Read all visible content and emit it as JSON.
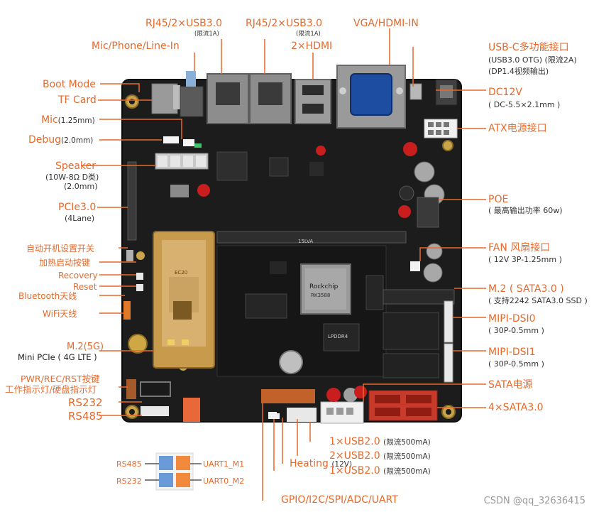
{
  "colors": {
    "accent": "#e8692a",
    "board": "#1c1c1c",
    "text": "#333333"
  },
  "watermark": "CSDN @qq_32636415",
  "chip_texts": {
    "rockchip": "Rockchip",
    "soc_model": "RK3588",
    "ram": "LPDDR4",
    "label_15lva": "15LVA",
    "ec20": "EC20"
  },
  "top": {
    "rj45_a": {
      "main": "RJ45/2×USB3.0",
      "sub": "(限流1A)"
    },
    "rj45_b": {
      "main": "RJ45/2×USB3.0",
      "sub": "(限流1A)"
    },
    "vga": "VGA/HDMI-IN",
    "mic_phone": "Mic/Phone/Line-In",
    "hdmi": "2×HDMI"
  },
  "left": {
    "boot_mode": "Boot Mode",
    "tf_card": "TF Card",
    "mic": {
      "main": "Mic",
      "sub": "(1.25mm)"
    },
    "debug": {
      "main": "Debug",
      "sub": "(2.0mm)"
    },
    "speaker": {
      "main": "Speaker",
      "sub1": "(10W-8Ω D类)",
      "sub2": "(2.0mm)"
    },
    "pcie": {
      "main": "PCIe3.0",
      "sub": "(4Lane)"
    },
    "auto_power": "自动开机设置开关",
    "heat_btn": "加热启动按键",
    "recovery": "Recovery",
    "reset": "Reset",
    "bluetooth": "Bluetooth天线",
    "wifi": "WiFi天线",
    "m2_5g": "M.2(5G)",
    "mini_pcie": "Mini PCIe ( 4G LTE )",
    "pwr_leds_1": "PWR/REC/RST按键",
    "pwr_leds_2": "工作指示灯/硬盘指示灯",
    "rs232": "RS232",
    "rs485": "RS485"
  },
  "right": {
    "usbc": {
      "main": "USB-C多功能接口",
      "sub1": "(USB3.0 OTG) (限流2A)",
      "sub2": "(DP1.4视频输出)"
    },
    "dc12v": {
      "main": "DC12V",
      "sub": "( DC-5.5×2.1mm )"
    },
    "atx": "ATX电源接口",
    "poe": {
      "main": "POE",
      "sub": "( 最高输出功率 60w)"
    },
    "fan": {
      "main": "FAN 风扇接口",
      "sub": "( 12V 3P-1.25mm )"
    },
    "m2_sata": {
      "main": "M.2 ( SATA3.0 )",
      "sub": "( 支持2242 SATA3.0 SSD )"
    },
    "mipi0": {
      "main": "MIPI-DSI0",
      "sub": "( 30P-0.5mm )"
    },
    "mipi1": {
      "main": "MIPI-DSI1",
      "sub": "( 30P-0.5mm )"
    },
    "sata_power": "SATA电源",
    "sata4": "4×SATA3.0"
  },
  "bottom": {
    "usb2_a": {
      "main": "1×USB2.0",
      "sub": "(限流500mA)"
    },
    "usb2_b": {
      "main": "2×USB2.0",
      "sub": "(限流500mA)"
    },
    "heating": {
      "main": "Heating",
      "sub": "(12V)"
    },
    "usb2_c": {
      "main": "1×USB2.0",
      "sub": "(限流500mA)"
    },
    "gpio": "GPIO/I2C/SPI/ADC/UART"
  },
  "switch_block": {
    "rs485": "RS485",
    "rs232": "RS232",
    "uart1": "UART1_M1",
    "uart0": "UART0_M2"
  }
}
